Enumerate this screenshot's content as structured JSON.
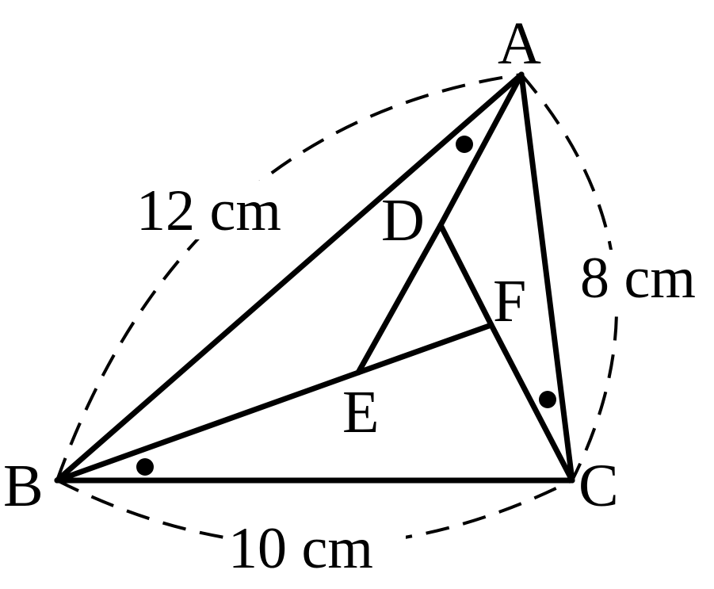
{
  "points": {
    "A": "A",
    "B": "B",
    "C": "C",
    "D": "D",
    "E": "E",
    "F": "F"
  },
  "measurements": {
    "AB": "12 cm",
    "AC": "8 cm",
    "BC": "10 cm"
  }
}
